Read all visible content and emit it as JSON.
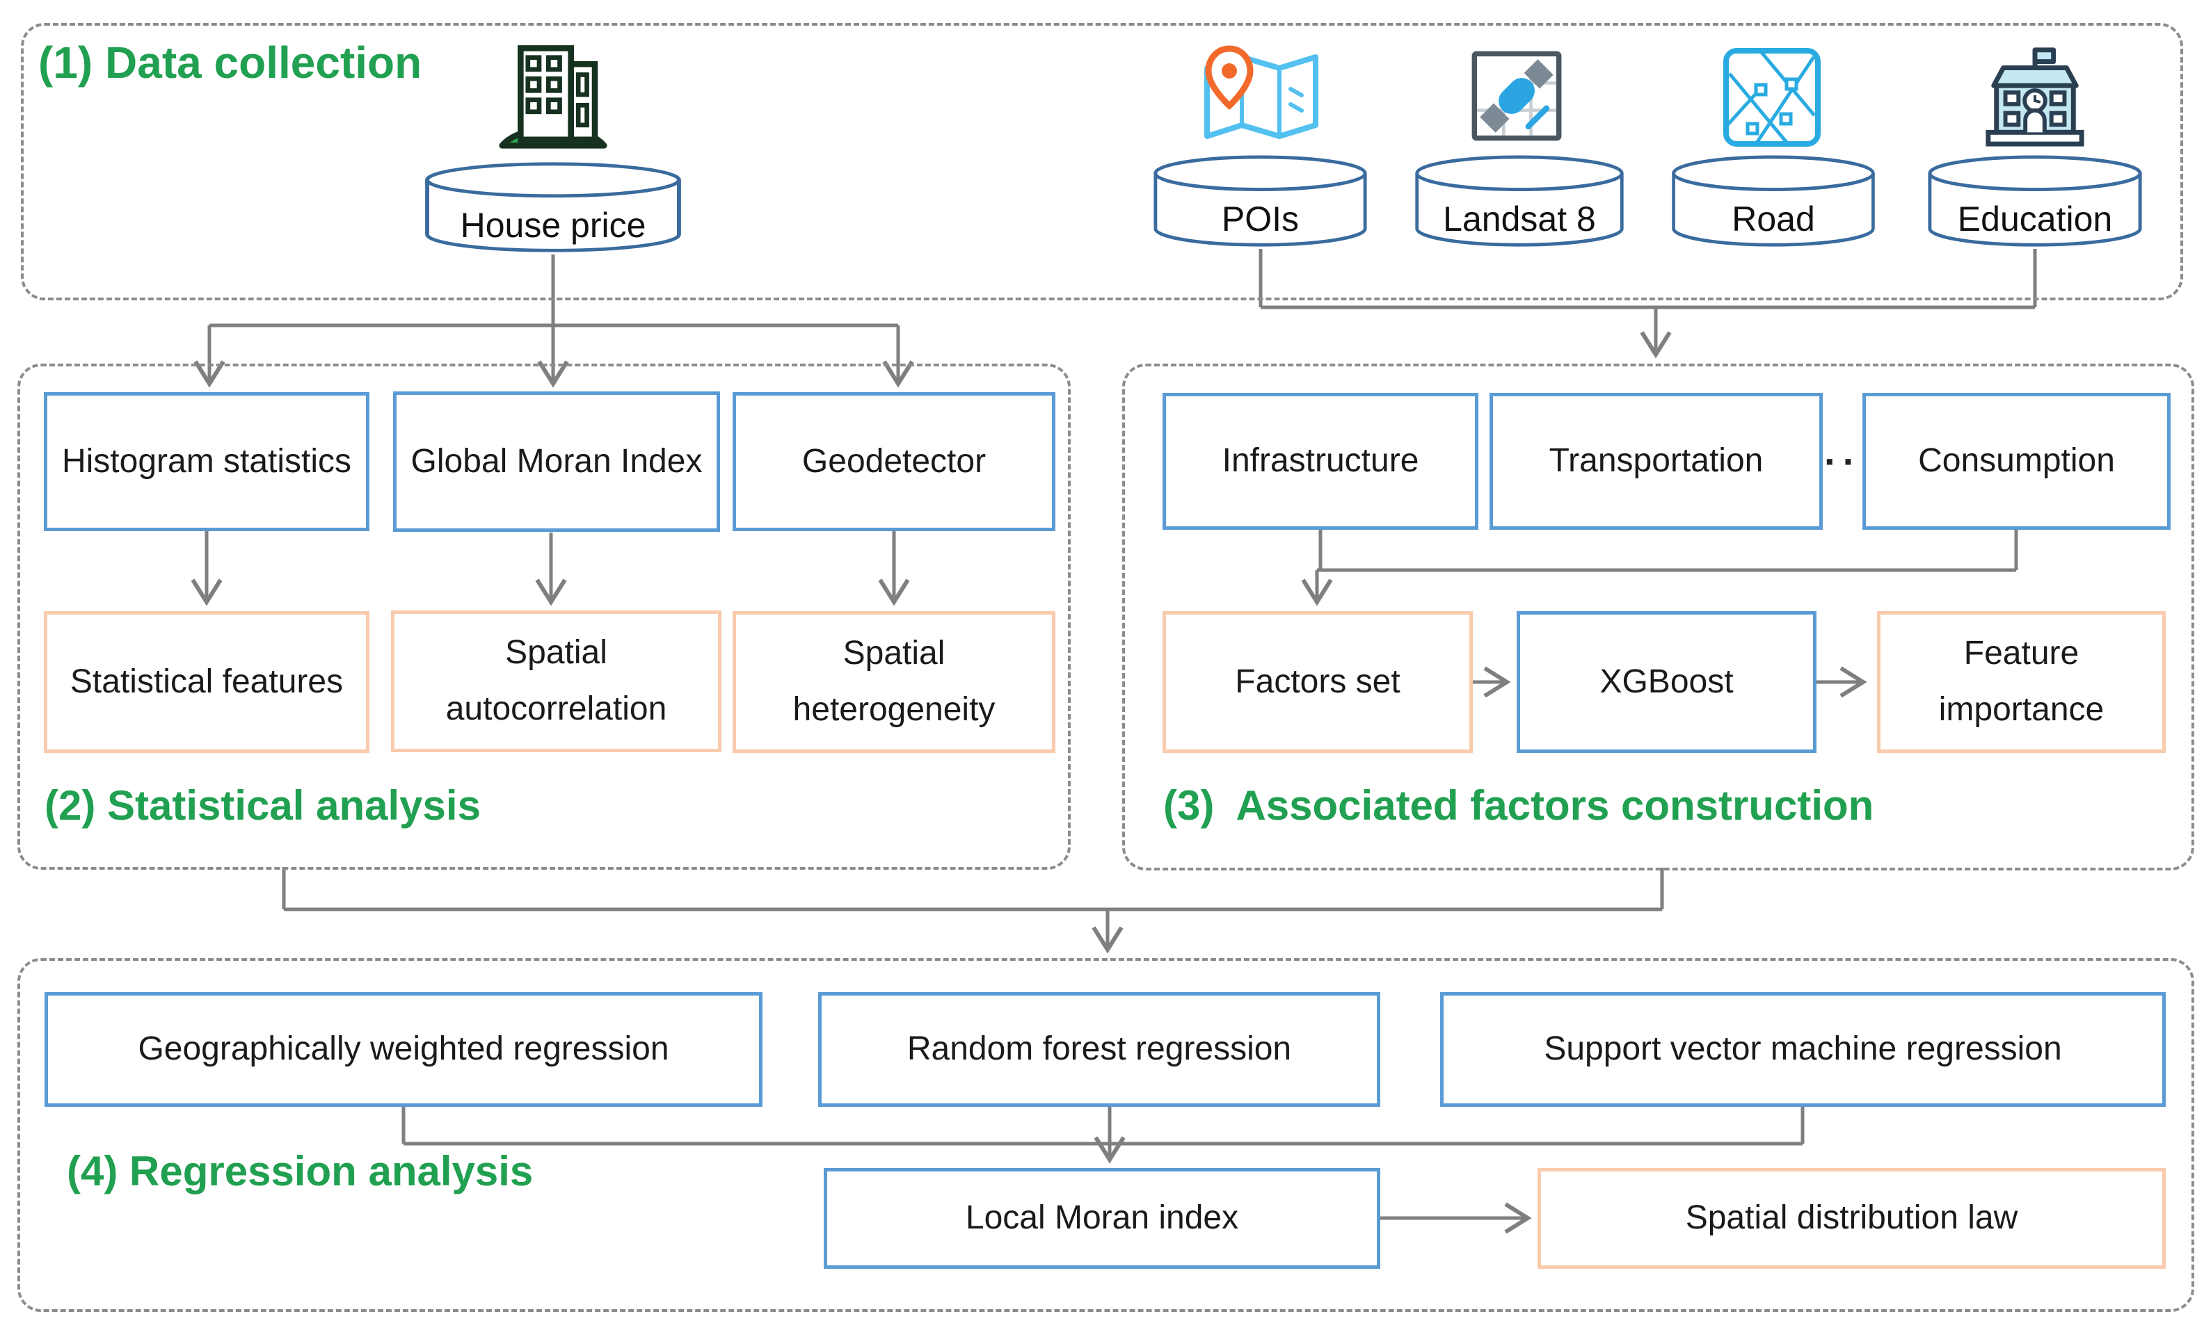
{
  "diagram": {
    "colors": {
      "section_title_green": "#20A050",
      "blue_box_border": "#5B9BD5",
      "orange_box_border": "#F8CBAD",
      "cylinder_border": "#3A6B9E",
      "connector_gray": "#7F7F7F",
      "dashed_border_gray": "#8C8C8C"
    },
    "sections": {
      "s1": {
        "label": "(1) Data collection"
      },
      "s2": {
        "label": "(2) Statistical analysis"
      },
      "s3": {
        "label": "(3)  Associated factors construction"
      },
      "s4": {
        "label": "(4) Regression analysis"
      }
    },
    "datasets": [
      {
        "label": "House price",
        "icon": "building-icon"
      },
      {
        "label": "POIs",
        "icon": "map-pin-icon"
      },
      {
        "label": "Landsat 8",
        "icon": "satellite-icon"
      },
      {
        "label": "Road",
        "icon": "road-map-icon"
      },
      {
        "label": "Education",
        "icon": "school-icon"
      }
    ],
    "statistical_analysis": {
      "methods": [
        "Histogram statistics",
        "Global Moran Index",
        "Geodetector"
      ],
      "outputs": [
        "Statistical features",
        "Spatial autocorrelation",
        "Spatial heterogeneity"
      ]
    },
    "factors": {
      "categories": [
        "Infrastructure",
        "Transportation",
        "Consumption"
      ],
      "ellipsis": "···",
      "flow": [
        "Factors set",
        "XGBoost",
        "Feature importance"
      ]
    },
    "regression": {
      "models": [
        "Geographically weighted regression",
        "Random forest regression",
        "Support vector machine regression"
      ],
      "flow": [
        "Local Moran index",
        "Spatial distribution law"
      ]
    }
  }
}
